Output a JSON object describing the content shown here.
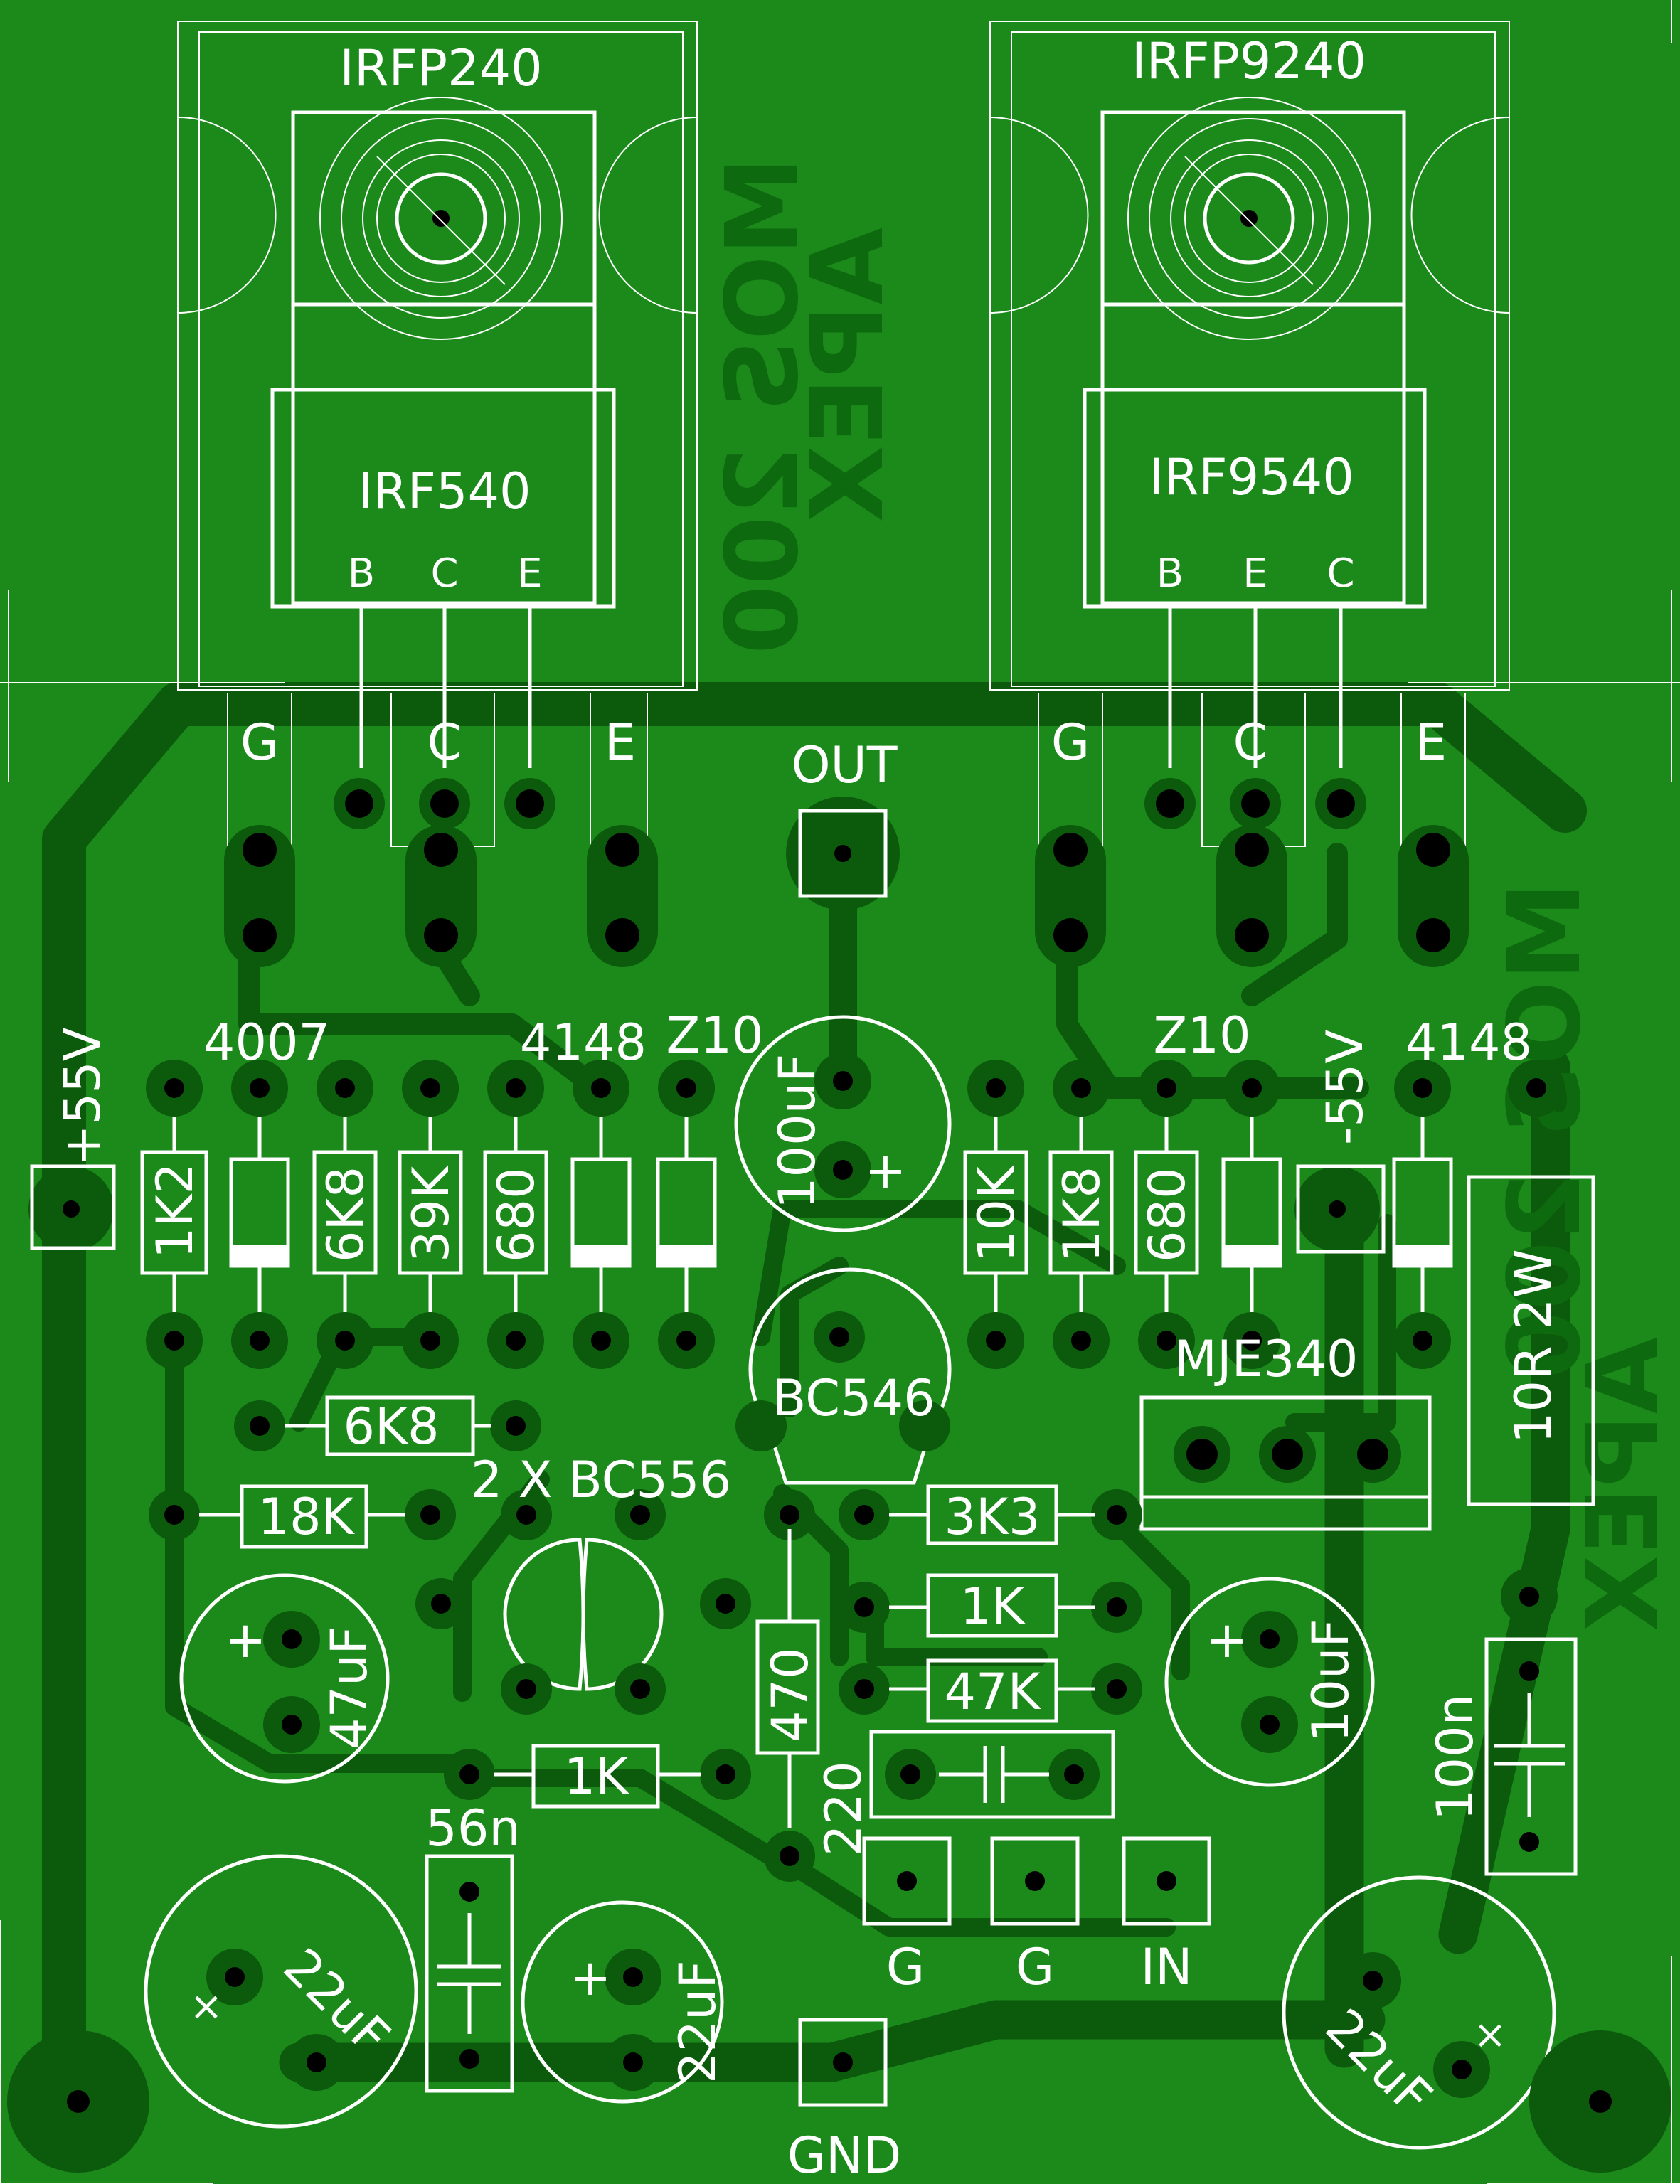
{
  "mirrored_text": [
    "MOS 200",
    "APEX"
  ],
  "transistor_labels": {
    "left_big": "IRFP240",
    "left_small": "IRF540",
    "left_small_pins": [
      "B",
      "C",
      "E"
    ],
    "right_big": "IRFP9240",
    "right_small": "IRF9540",
    "right_small_pins": [
      "B",
      "E",
      "C"
    ],
    "left_pads": [
      "G",
      "C",
      "E"
    ],
    "right_pads": [
      "G",
      "C",
      "E"
    ]
  },
  "connectors": {
    "out": "OUT",
    "plus_supply": "+55V",
    "minus_supply": "-55V",
    "gnd": "GND",
    "inputs": [
      "G",
      "G",
      "IN"
    ]
  },
  "components": {
    "r_1k2": "1K2",
    "d_4007": "4007",
    "r_6k8_v": "6K8",
    "r_39k": "39K",
    "r_680_a": "680",
    "d_4148_a": "4148",
    "z10_a": "Z10",
    "c_100uf": "100uF",
    "r_10k": "10K",
    "r_1k8": "1K8",
    "r_680_b": "680",
    "z10_b": "Z10",
    "d_4148_b": "4148",
    "r_10r": "10R 2W",
    "bc546": "BC546",
    "mje340": "MJE340",
    "r_6k8_h": "6K8",
    "bc556_pair": "2 X BC556",
    "r_18k": "18K",
    "r_3k3": "3K3",
    "r_1k_a": "1K",
    "r_47k": "47K",
    "c_47uf": "47uF",
    "r_470": "470",
    "c_10uf": "10uF",
    "r_1k_b": "1K",
    "c_220": "220",
    "c_100n": "100n",
    "c_56n": "56n",
    "c_22uf_a": "22uF",
    "c_22uf_b": "22uF",
    "c_22uf_c": "22uF",
    "plus_sign": "+",
    "x_sign": "×"
  },
  "colors": {
    "board": "#1b8a1b",
    "copper": "#0c5a0c",
    "silk": "#ffffff",
    "drill": "#000000"
  }
}
